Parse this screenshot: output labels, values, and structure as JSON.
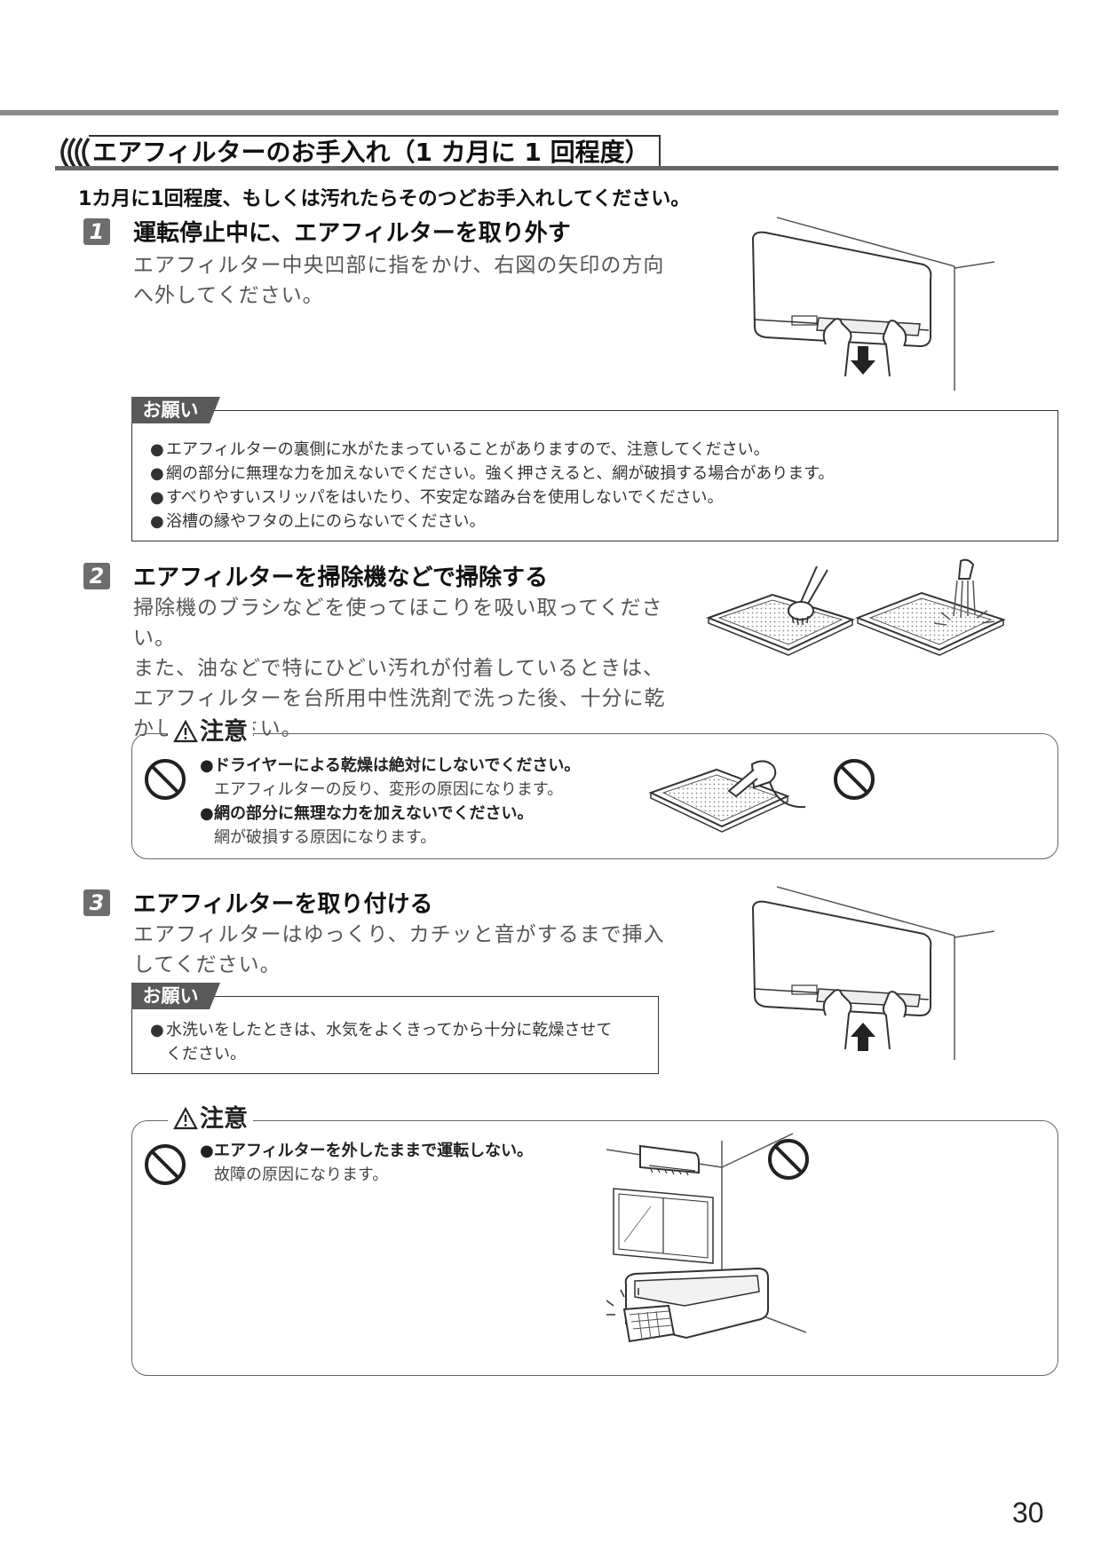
{
  "section_title": "エアフィルターのお手入れ（1 カ月に 1 回程度）",
  "intro": "1カ月に1回程度、もしくは汚れたらそのつどお手入れしてください。",
  "steps": [
    {
      "num": "1",
      "title": "運転停止中に、エアフィルターを取り外す",
      "body": [
        "エアフィルター中央凹部に指をかけ、右図の矢印の方向",
        "へ外してください。"
      ]
    },
    {
      "num": "2",
      "title": "エアフィルターを掃除機などで掃除する",
      "body": [
        "掃除機のブラシなどを使ってほこりを吸い取ってください。",
        "また、油などで特にひどい汚れが付着しているときは、",
        "エアフィルターを台所用中性洗剤で洗った後、十分に乾",
        "かしてください。"
      ]
    },
    {
      "num": "3",
      "title": "エアフィルターを取り付ける",
      "body": [
        "エアフィルターはゆっくり、カチッと音がするまで挿入",
        "してください。"
      ]
    }
  ],
  "onegai_1": {
    "label": "お願い",
    "items": [
      "エアフィルターの裏側に水がたまっていることがありますので、注意してください。",
      "網の部分に無理な力を加えないでください。強く押さえると、網が破損する場合があります。",
      "すべりやすいスリッパをはいたり、不安定な踏み台を使用しないでください。",
      "浴槽の縁やフタの上にのらないでください。"
    ]
  },
  "caution_1": {
    "label": "注意",
    "items": [
      {
        "head": "ドライヤーによる乾燥は絶対にしないでください。",
        "sub": "エアフィルターの反り、変形の原因になります。"
      },
      {
        "head": "網の部分に無理な力を加えないでください。",
        "sub": "網が破損する原因になります。"
      }
    ]
  },
  "onegai_2": {
    "label": "お願い",
    "items": [
      "水洗いをしたときは、水気をよくきってから十分に乾燥させて",
      "ください。"
    ]
  },
  "caution_2": {
    "label": "注意",
    "items": [
      {
        "head": "エアフィルターを外したままで運転しない。",
        "sub": "故障の原因になります。"
      }
    ]
  },
  "page_number": "30",
  "bullet": "●"
}
